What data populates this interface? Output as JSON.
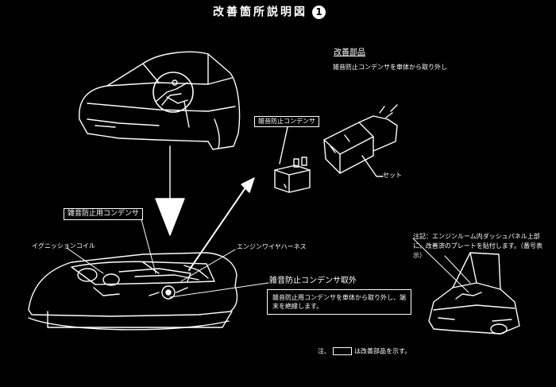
{
  "title": "改善箇所説明図",
  "title_number": "1",
  "part_heading": "改善部品",
  "part_text": "雑音防止コンデンサを車体から取り外し",
  "connector_label": "雑音防止コンデンサ",
  "set_label": "セット",
  "condenser_label": "雑音防止用コンデンサ",
  "ignition_label": "イグニッションコイル",
  "engine_label": "エンジンワイヤハーネス",
  "procedure_heading": "雑音防止コンデンサ取外",
  "procedure_text": "雑音防止用コンデンサを車体から取り外し、端末を絶縁します。",
  "note_text": "注記：エンジンルーム内ダッシュパネル上部に、改善済のプレートを貼付します。（番号表示）",
  "footnote_prefix": "注、",
  "footnote_suffix": "は改善部品を示す。"
}
